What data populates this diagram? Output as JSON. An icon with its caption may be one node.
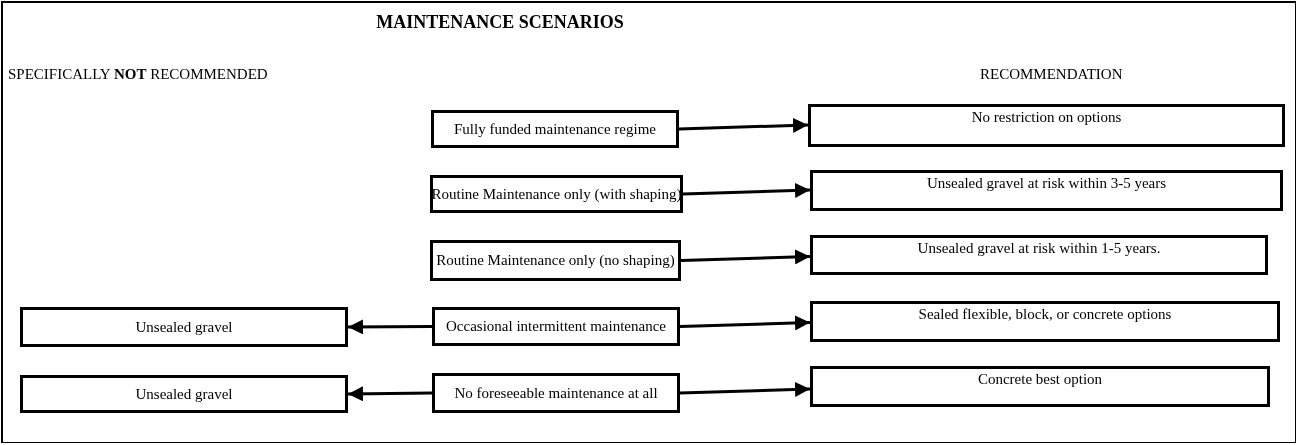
{
  "diagram": {
    "title": "MAINTENANCE SCENARIOS",
    "nodes": [
      {
        "text": [
          "Fully funded maintenance regime"
        ]
      },
      {
        "text": [
          "No restriction on options"
        ]
      },
      {
        "text": [
          "Routine Maintenance only (with shaping)"
        ]
      },
      {
        "text": [
          "Unsealed gravel at risk within 3-5 years"
        ]
      },
      {
        "text": [
          "Routine Maintenance only (no shaping)"
        ]
      },
      {
        "text": [
          "Unsealed gravel at risk within 1-5 years."
        ]
      },
      {
        "text": [
          "Unsealed gravel"
        ]
      },
      {
        "text": [
          "Occasional intermittent maintenance"
        ]
      },
      {
        "text": [
          "Sealed flexible, block, or concrete options"
        ]
      },
      {
        "text": [
          "Unsealed gravel"
        ]
      },
      {
        "text": [
          "No foreseeable maintenance at all"
        ]
      },
      {
        "text": [
          "Concrete best option"
        ]
      }
    ],
    "edges": [
      {
        "from": 0,
        "to": 1,
        "arrow": "to"
      },
      {
        "from": 2,
        "to": 3,
        "arrow": "to"
      },
      {
        "from": 4,
        "to": 5,
        "arrow": "to"
      },
      {
        "from": 7,
        "to": 6,
        "arrow": "to"
      },
      {
        "from": 7,
        "to": 8,
        "arrow": "to"
      },
      {
        "from": 10,
        "to": 9,
        "arrow": "to"
      },
      {
        "from": 10,
        "to": 11,
        "arrow": "to"
      }
    ],
    "labels": [
      "SPECIFICALLY **NOT** RECOMMENDED",
      "RECOMMENDATION"
    ]
  }
}
